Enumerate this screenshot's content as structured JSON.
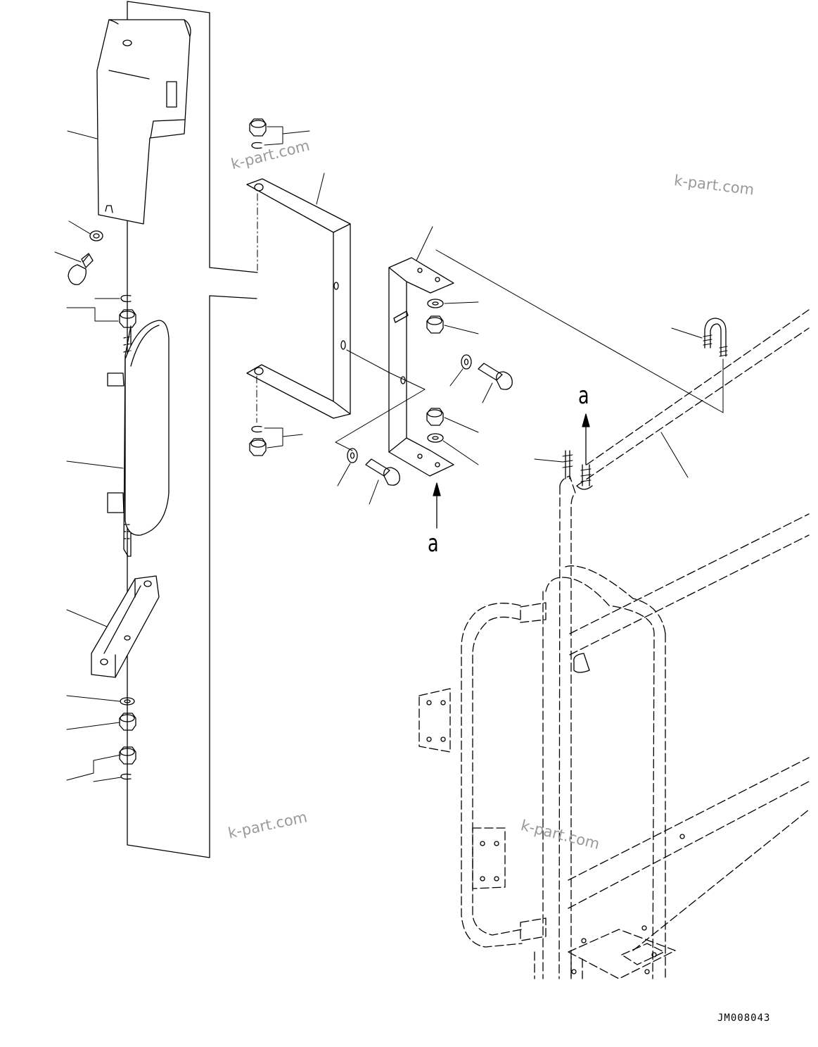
{
  "drawing": {
    "code": "JM008043",
    "callout_letter": "a",
    "watermark": "k-part.com"
  }
}
